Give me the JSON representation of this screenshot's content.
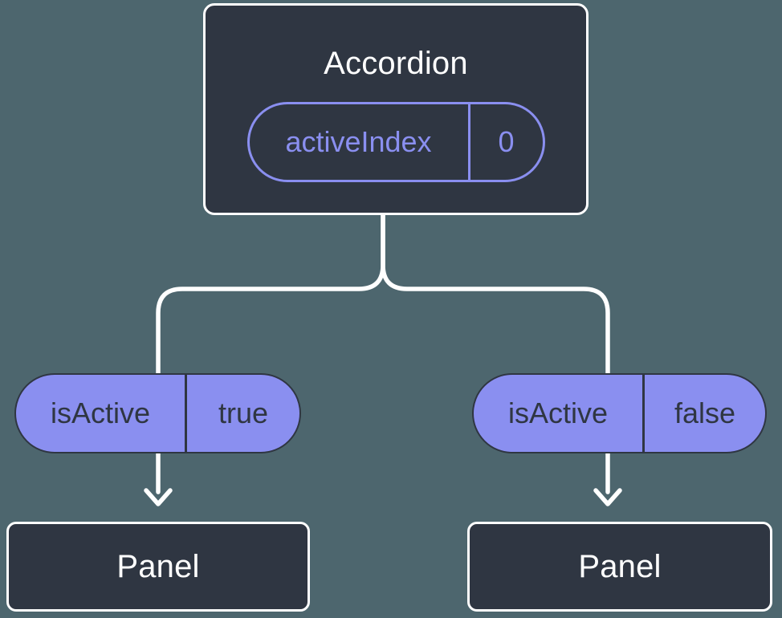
{
  "diagram": {
    "type": "component-tree",
    "background": "#4d666e",
    "colors": {
      "node_fill": "#2f3642",
      "node_border": "#ffffff",
      "node_text": "#ffffff",
      "accent": "#8a8ff0",
      "accent_dark": "#2f3642",
      "connector": "#ffffff"
    },
    "root": {
      "title": "Accordion",
      "state_pill": {
        "label": "activeIndex",
        "value": "0"
      }
    },
    "branches": [
      {
        "prop_pill": {
          "label": "isActive",
          "value": "true"
        },
        "child": {
          "title": "Panel"
        }
      },
      {
        "prop_pill": {
          "label": "isActive",
          "value": "false"
        },
        "child": {
          "title": "Panel"
        }
      }
    ]
  }
}
